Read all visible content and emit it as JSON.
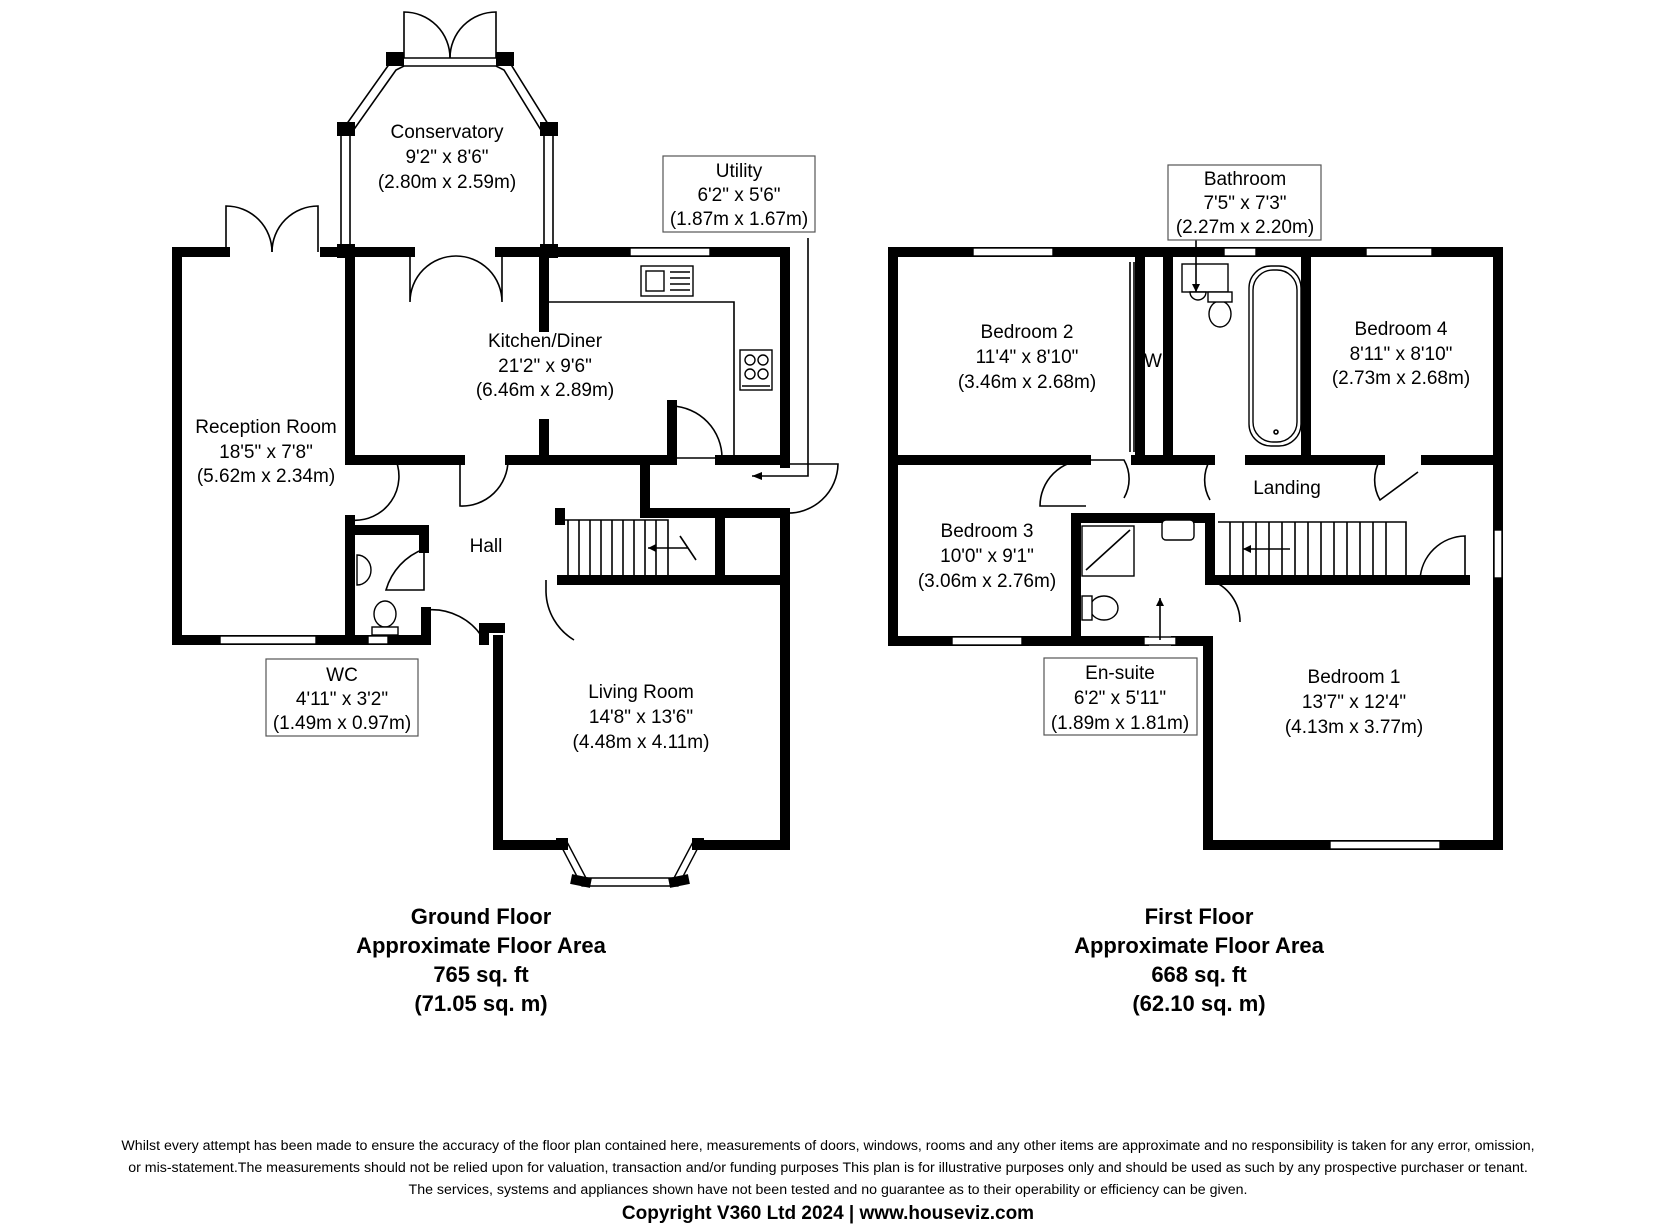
{
  "ground_floor": {
    "rooms": [
      {
        "key": "conservatory",
        "name": "Conservatory",
        "imperial": "9'2\" x 8'6\"",
        "metric": "(2.80m x 2.59m)"
      },
      {
        "key": "utility",
        "name": "Utility",
        "imperial": "6'2\" x 5'6\"",
        "metric": "(1.87m x 1.67m)"
      },
      {
        "key": "kitchen",
        "name": "Kitchen/Diner",
        "imperial": "21'2\" x 9'6\"",
        "metric": "(6.46m x 2.89m)"
      },
      {
        "key": "reception",
        "name": "Reception Room",
        "imperial": "18'5\" x 7'8\"",
        "metric": "(5.62m x 2.34m)"
      },
      {
        "key": "hall",
        "name": "Hall"
      },
      {
        "key": "wc",
        "name": "WC",
        "imperial": "4'11\" x 3'2\"",
        "metric": "(1.49m x 0.97m)"
      },
      {
        "key": "living",
        "name": "Living Room",
        "imperial": "14'8\" x 13'6\"",
        "metric": "(4.48m x 4.11m)"
      }
    ],
    "area": {
      "title": "Ground Floor",
      "subtitle": "Approximate Floor Area",
      "sqft": "765 sq. ft",
      "sqm": "(71.05 sq. m)"
    }
  },
  "first_floor": {
    "rooms": [
      {
        "key": "bathroom",
        "name": "Bathroom",
        "imperial": "7'5\" x 7'3\"",
        "metric": "(2.27m x 2.20m)"
      },
      {
        "key": "bedroom2",
        "name": "Bedroom 2",
        "imperial": "11'4\" x 8'10\"",
        "metric": "(3.46m x 2.68m)"
      },
      {
        "key": "bedroom4",
        "name": "Bedroom 4",
        "imperial": "8'11\" x 8'10\"",
        "metric": "(2.73m x 2.68m)"
      },
      {
        "key": "landing",
        "name": "Landing"
      },
      {
        "key": "bedroom3",
        "name": "Bedroom 3",
        "imperial": "10'0\" x 9'1\"",
        "metric": "(3.06m x 2.76m)"
      },
      {
        "key": "ensuite",
        "name": "En-suite",
        "imperial": "6'2\" x 5'11\"",
        "metric": "(1.89m x 1.81m)"
      },
      {
        "key": "bedroom1",
        "name": "Bedroom 1",
        "imperial": "13'7\" x 12'4\"",
        "metric": "(4.13m x 3.77m)"
      }
    ],
    "wardrobe_label": "W",
    "area": {
      "title": "First Floor",
      "subtitle": "Approximate Floor Area",
      "sqft": "668 sq. ft",
      "sqm": "(62.10 sq. m)"
    }
  },
  "disclaimer": {
    "line1": "Whilst every attempt has been made to ensure the accuracy of the floor plan contained here, measurements of doors, windows, rooms and any other items are approximate and no responsibility is taken for any error, omission,",
    "line2": "or mis-statement.The measurements should not be relied upon for valuation, transaction and/or funding purposes This plan is for illustrative purposes only and should be used as such by any prospective purchaser or tenant.",
    "line3": "The services, systems and appliances shown have not been tested and no guarantee as to their operability or efficiency can be given.",
    "copyright": "Copyright V360 Ltd 2024 | www.houseviz.com"
  }
}
